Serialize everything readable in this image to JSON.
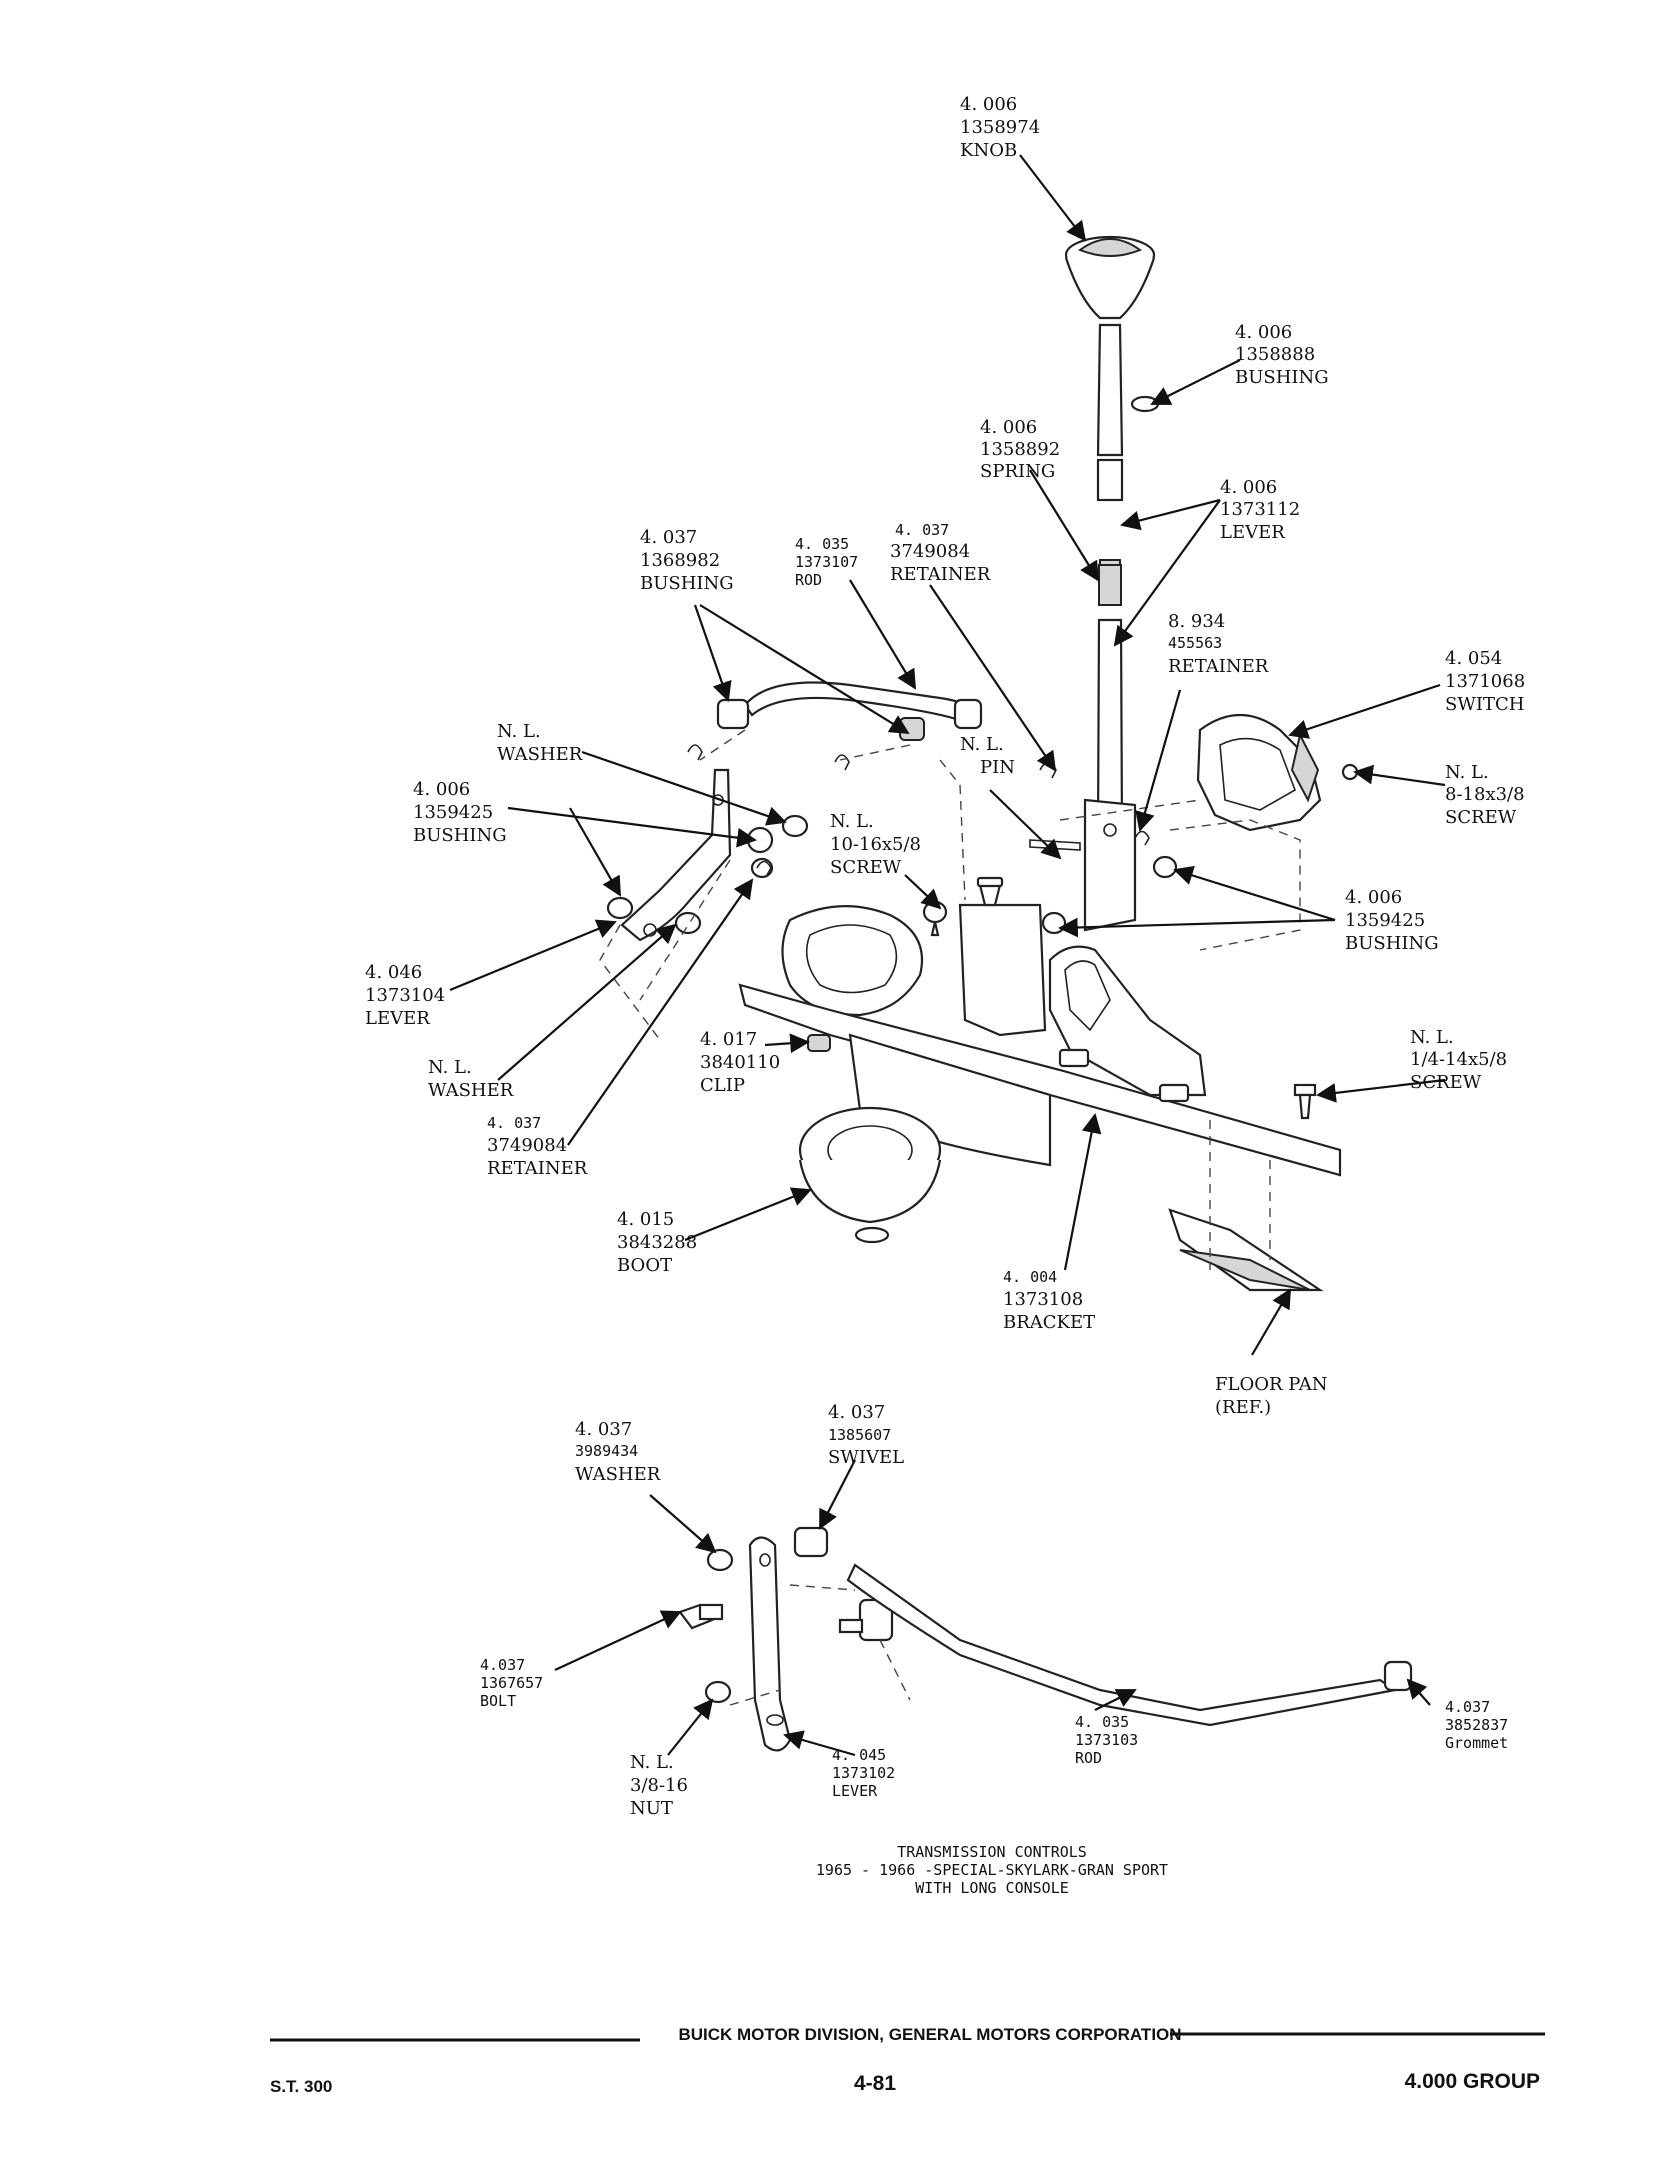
{
  "callouts": {
    "knob": [
      "4. 006",
      "1358974",
      "KNOB"
    ],
    "bushing_top": [
      "4. 006",
      "1358888",
      "BUSHING"
    ],
    "spring": [
      "4. 006",
      "1358892",
      "SPRING"
    ],
    "lever_top": [
      "4. 006",
      "1373112",
      "LEVER"
    ],
    "bushing_rod": [
      "4. 037",
      "1368982",
      "BUSHING"
    ],
    "rod_upper": [
      "4. 035",
      "1373107",
      "ROD"
    ],
    "retainer_top": [
      "4. 037",
      "3749084",
      "RETAINER"
    ],
    "retainer_r": [
      "8. 934",
      "455563",
      "RETAINER"
    ],
    "switch": [
      "4. 054",
      "1371068",
      "SWITCH"
    ],
    "pin": [
      "N. L.",
      "PIN"
    ],
    "washer_nl": [
      "N. L.",
      "WASHER"
    ],
    "screw_8": [
      "N. L.",
      "8-18x3/8",
      "SCREW"
    ],
    "bushing_l": [
      "4. 006",
      "1359425",
      "BUSHING"
    ],
    "screw_10": [
      "N. L.",
      "10-16x5/8",
      "SCREW"
    ],
    "bushing_r": [
      "4. 006",
      "1359425",
      "BUSHING"
    ],
    "lever_l": [
      "4. 046",
      "1373104",
      "LEVER"
    ],
    "screw_14": [
      "N. L.",
      "1/4-14x5/8",
      "SCREW"
    ],
    "clip": [
      "4. 017",
      "3840110",
      "CLIP"
    ],
    "washer_l": [
      "N. L.",
      "WASHER"
    ],
    "retainer_l": [
      "4. 037",
      "3749084",
      "RETAINER"
    ],
    "boot": [
      "4. 015",
      "3843288",
      "BOOT"
    ],
    "bracket": [
      "4. 004",
      "1373108",
      "BRACKET"
    ],
    "floor": [
      "FLOOR PAN",
      "(REF.)"
    ],
    "washer_b": [
      "4. 037",
      "3989434",
      "WASHER"
    ],
    "swivel": [
      "4. 037",
      "1385607",
      "SWIVEL"
    ],
    "bolt": [
      "4.037",
      "1367657",
      "BOLT"
    ],
    "grommet": [
      "4.037",
      "3852837",
      "Grommet"
    ],
    "nut": [
      "N. L.",
      "3/8-16",
      "NUT"
    ],
    "lever_b": [
      "4. 045",
      "1373102",
      "LEVER"
    ],
    "rod_lower": [
      "4. 035",
      "1373103",
      "ROD"
    ]
  },
  "caption": {
    "line1": "TRANSMISSION CONTROLS",
    "line2": "1965 - 1966 -SPECIAL-SKYLARK-GRAN SPORT",
    "line3": "WITH LONG CONSOLE"
  },
  "footer": {
    "division": "BUICK MOTOR DIVISION, GENERAL MOTORS CORPORATION",
    "doc_number": "S.T. 300",
    "page": "4-81",
    "group": "4.000 GROUP"
  }
}
